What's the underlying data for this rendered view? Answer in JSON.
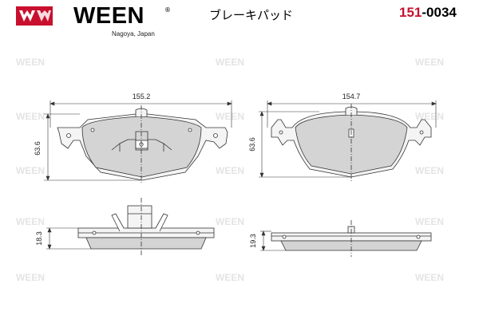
{
  "header": {
    "brand": "WEEN",
    "registered": "®",
    "location": "Nagoya, Japan",
    "title": "ブレーキパッド",
    "part_number_prefix": "151",
    "part_number_suffix": "-0034"
  },
  "watermark": {
    "text": "WEEN"
  },
  "dimensions": {
    "pad1_width": "155.2",
    "pad2_width": "154.7",
    "pad1_height": "63.6",
    "pad2_height": "63.6",
    "pad1_thickness": "18.3",
    "pad2_thickness": "19.3"
  },
  "colors": {
    "brand_red": "#c8102e",
    "friction_fill": "#d4d4d4",
    "backplate_fill": "#f4f4f4",
    "line": "#333333"
  }
}
